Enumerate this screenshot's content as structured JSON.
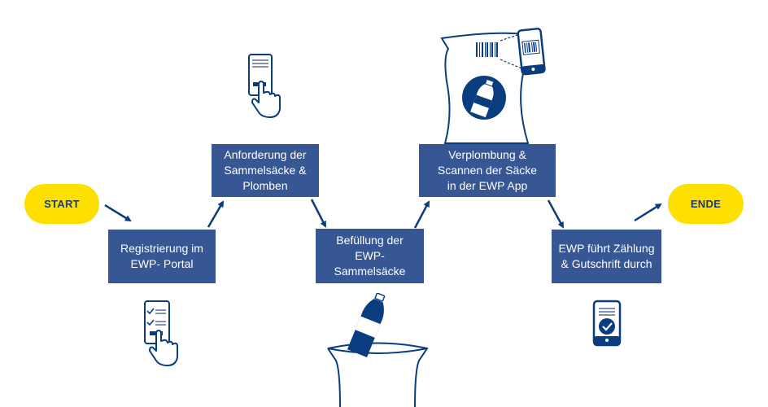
{
  "colors": {
    "primary": "#375694",
    "accent": "#fde000",
    "dark": "#1d3c6e",
    "line": "#0a3d7f"
  },
  "start": {
    "label": "START"
  },
  "end": {
    "label": "ENDE"
  },
  "steps": [
    {
      "label": "Registrierung im\nEWP- Portal",
      "icon": "phone-checklist-tap-icon"
    },
    {
      "label": "Anforderung der\nSammelsäcke &\nPlomben",
      "icon": "phone-tap-icon"
    },
    {
      "label": "Befüllung der\nEWP-\nSammelsäcke",
      "icon": "bag-with-bottle-icon"
    },
    {
      "label": "Verplombung &\nScannen der Säcke\nin der EWP App",
      "icon": "sack-barcode-scan-icon"
    },
    {
      "label": "EWP führt Zählung\n& Gutschrift durch",
      "icon": "phone-checkmark-icon"
    }
  ]
}
